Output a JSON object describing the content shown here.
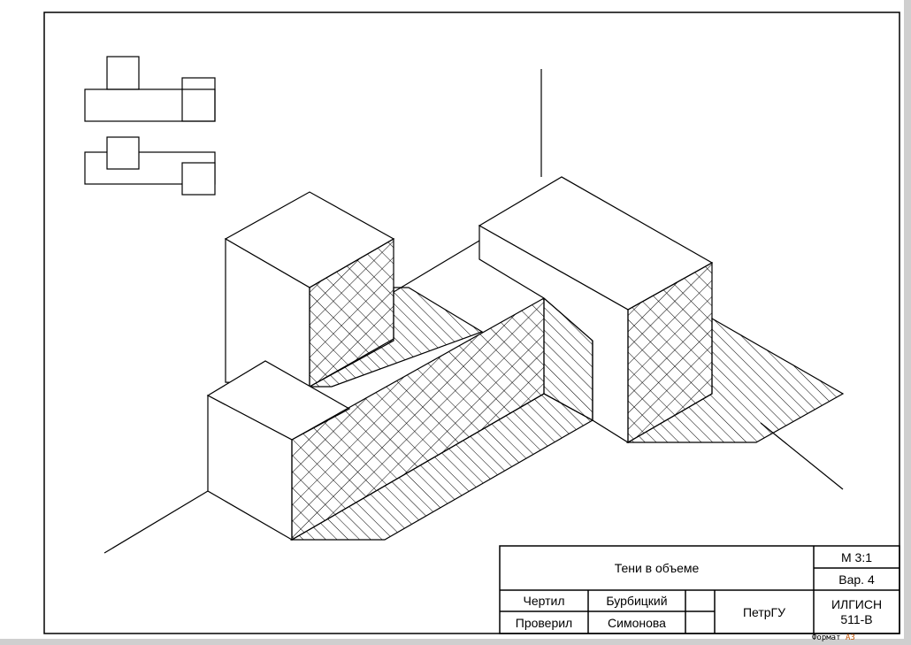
{
  "title_block": {
    "title": "Тени в объеме",
    "scale": "М 3:1",
    "variant": "Вар. 4",
    "drew_label": "Чертил",
    "drew_name": "Бурбицкий",
    "checked_label": "Проверил",
    "checked_name": "Симонова",
    "organization": "ПетрГУ",
    "group_line1": "ИЛГИСН",
    "group_line2": "511-В"
  },
  "format": {
    "label": "Формат",
    "size": "А3"
  }
}
